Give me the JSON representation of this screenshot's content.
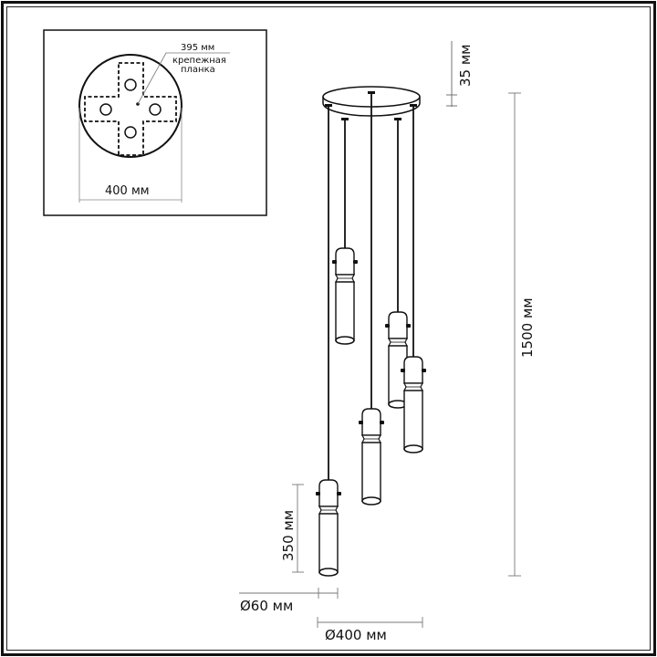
{
  "inset": {
    "mounting_bracket_size": "395 мм",
    "mounting_bracket_label_line1": "крепежная",
    "mounting_bracket_label_line2": "планка",
    "canopy_diameter": "400 мм"
  },
  "dimensions": {
    "canopy_height": "35 мм",
    "total_height": "1500 мм",
    "shade_height": "350 мм",
    "shade_diameter": "Ø60 мм",
    "canopy_overall_diameter": "Ø400 мм"
  },
  "fixture": {
    "pendant_count": 5,
    "colors": {
      "line": "#111111",
      "dimension_line": "#777777",
      "background": "#ffffff"
    }
  }
}
